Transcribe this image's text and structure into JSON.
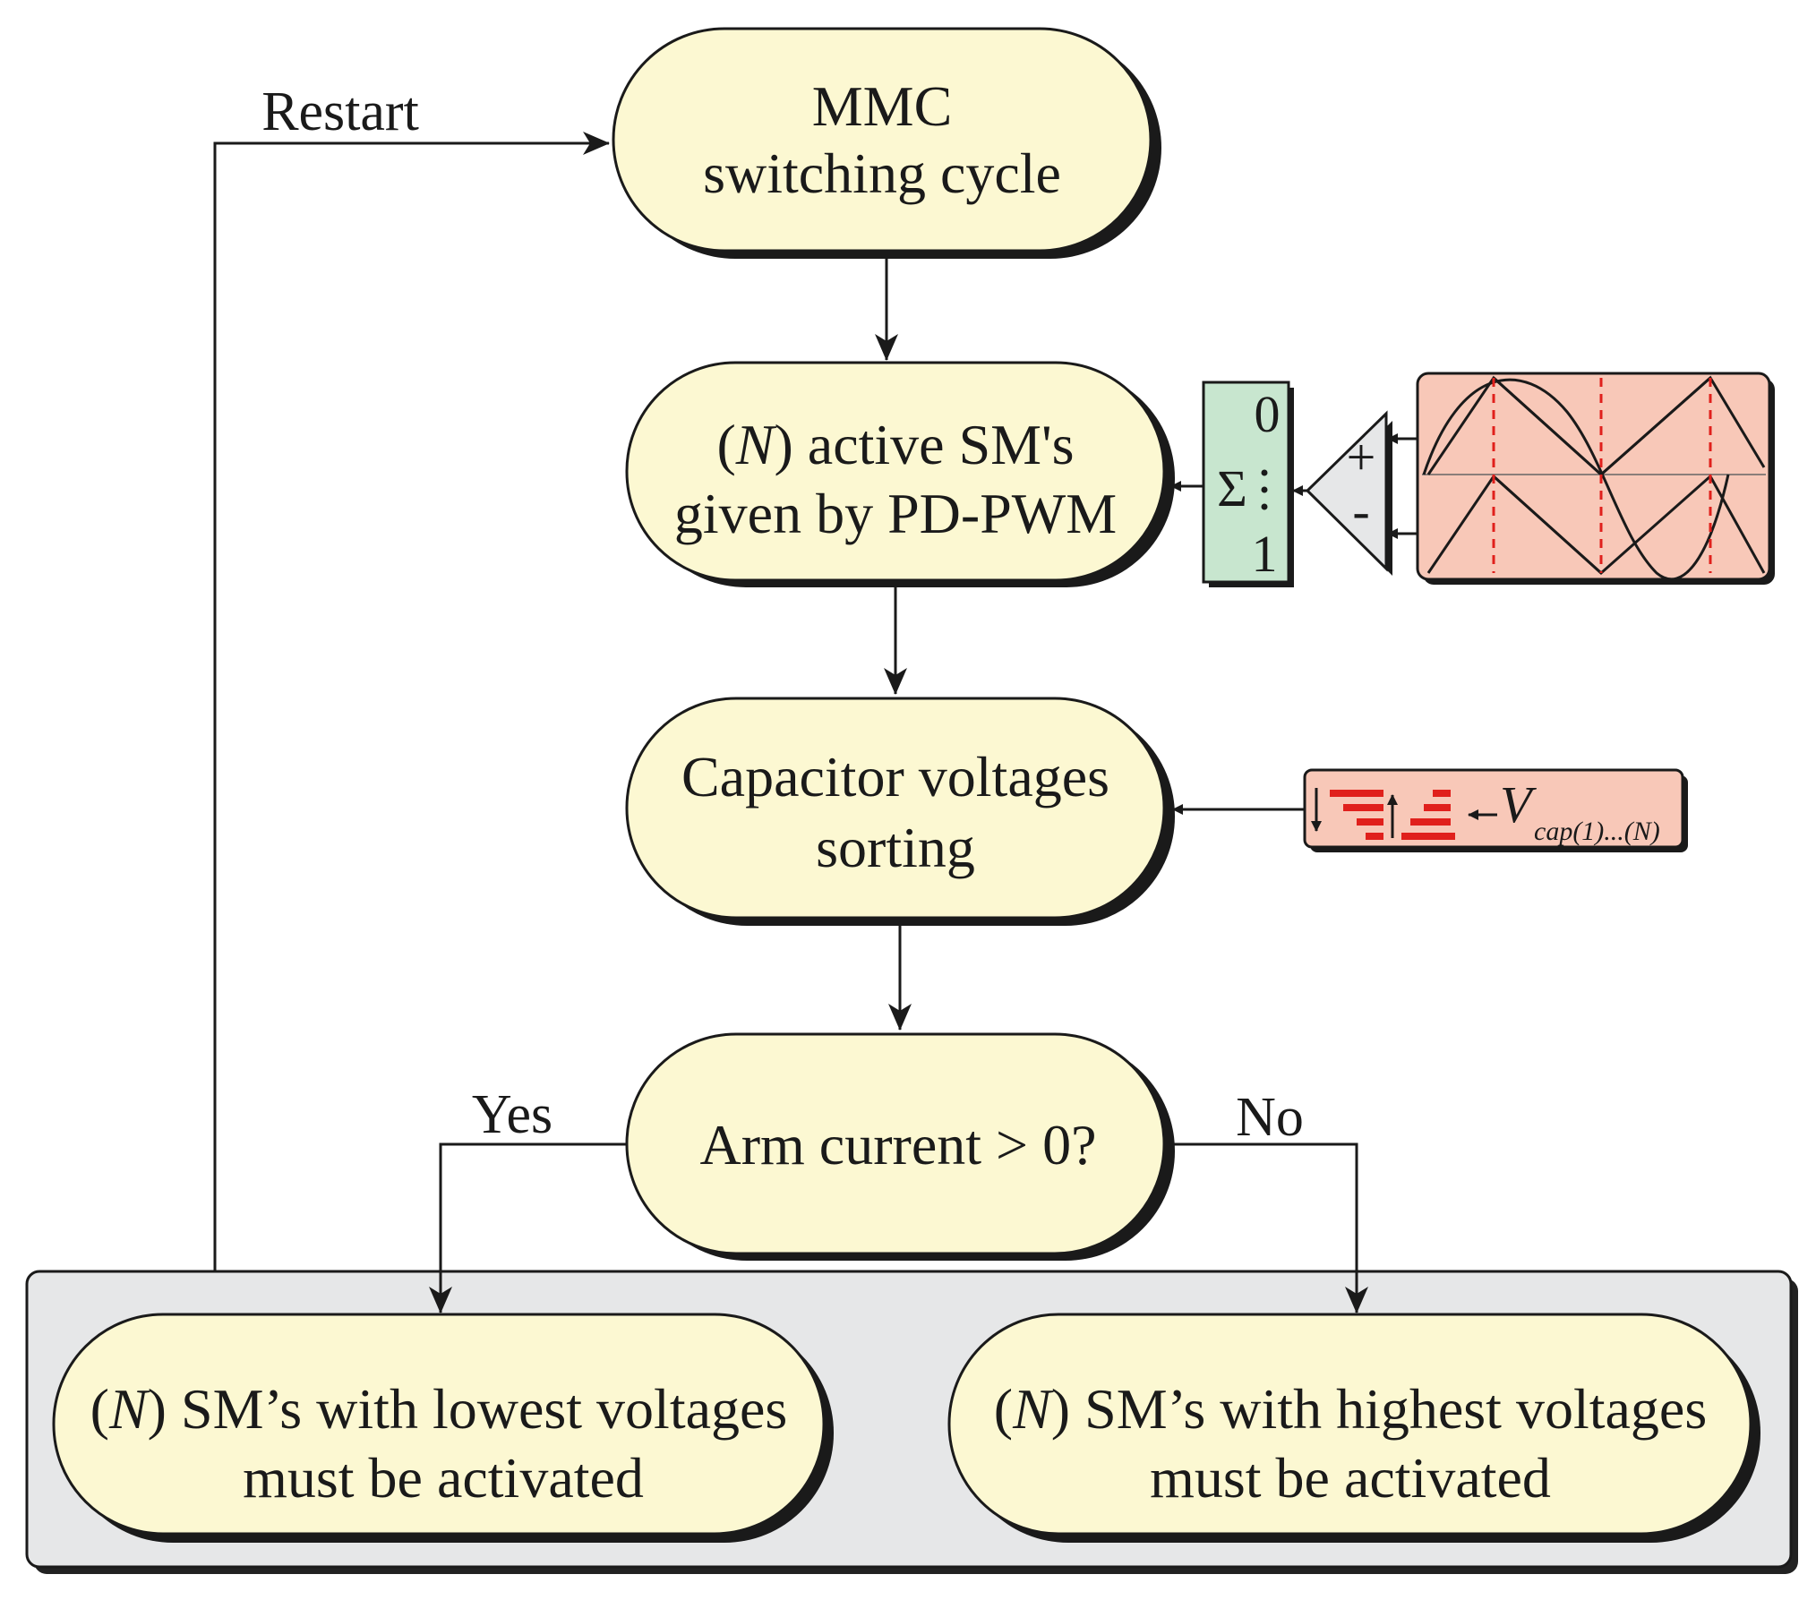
{
  "colors": {
    "node_fill": "#fcf8d2",
    "bottom_panel": "#e6e7e8",
    "summation_block": "#c8e6cf",
    "waveform_panel": "#f8c8b8",
    "sorter_panel": "#f8c8b8",
    "comparator": "#e6e7e8",
    "accent_red": "#e0201c",
    "stroke": "#1a1a1a"
  },
  "nodes": {
    "start": {
      "line1": "MMC",
      "line2": "switching cycle"
    },
    "active": {
      "n": "N",
      "line1_rest": ") active SM's",
      "line2": "given by PD-PWM"
    },
    "sorting": {
      "line1": "Capacitor voltages",
      "line2": "sorting"
    },
    "decision": {
      "text": "Arm current > 0?"
    },
    "lowest": {
      "n": "N",
      "line1_rest": ") SM’s with lowest voltages",
      "line2": "must be activated"
    },
    "highest": {
      "n": "N",
      "line1_rest": ") SM’s with highest voltages",
      "line2": "must be activated"
    }
  },
  "labels": {
    "restart": "Restart",
    "yes": "Yes",
    "no": "No"
  },
  "sum_block": {
    "top": "0",
    "symbol": "Σ",
    "bottom": "1"
  },
  "comparator": {
    "plus": "+",
    "minus": "-"
  },
  "vcap": {
    "symbol": "V",
    "subscript": "cap(1)...(N)"
  }
}
